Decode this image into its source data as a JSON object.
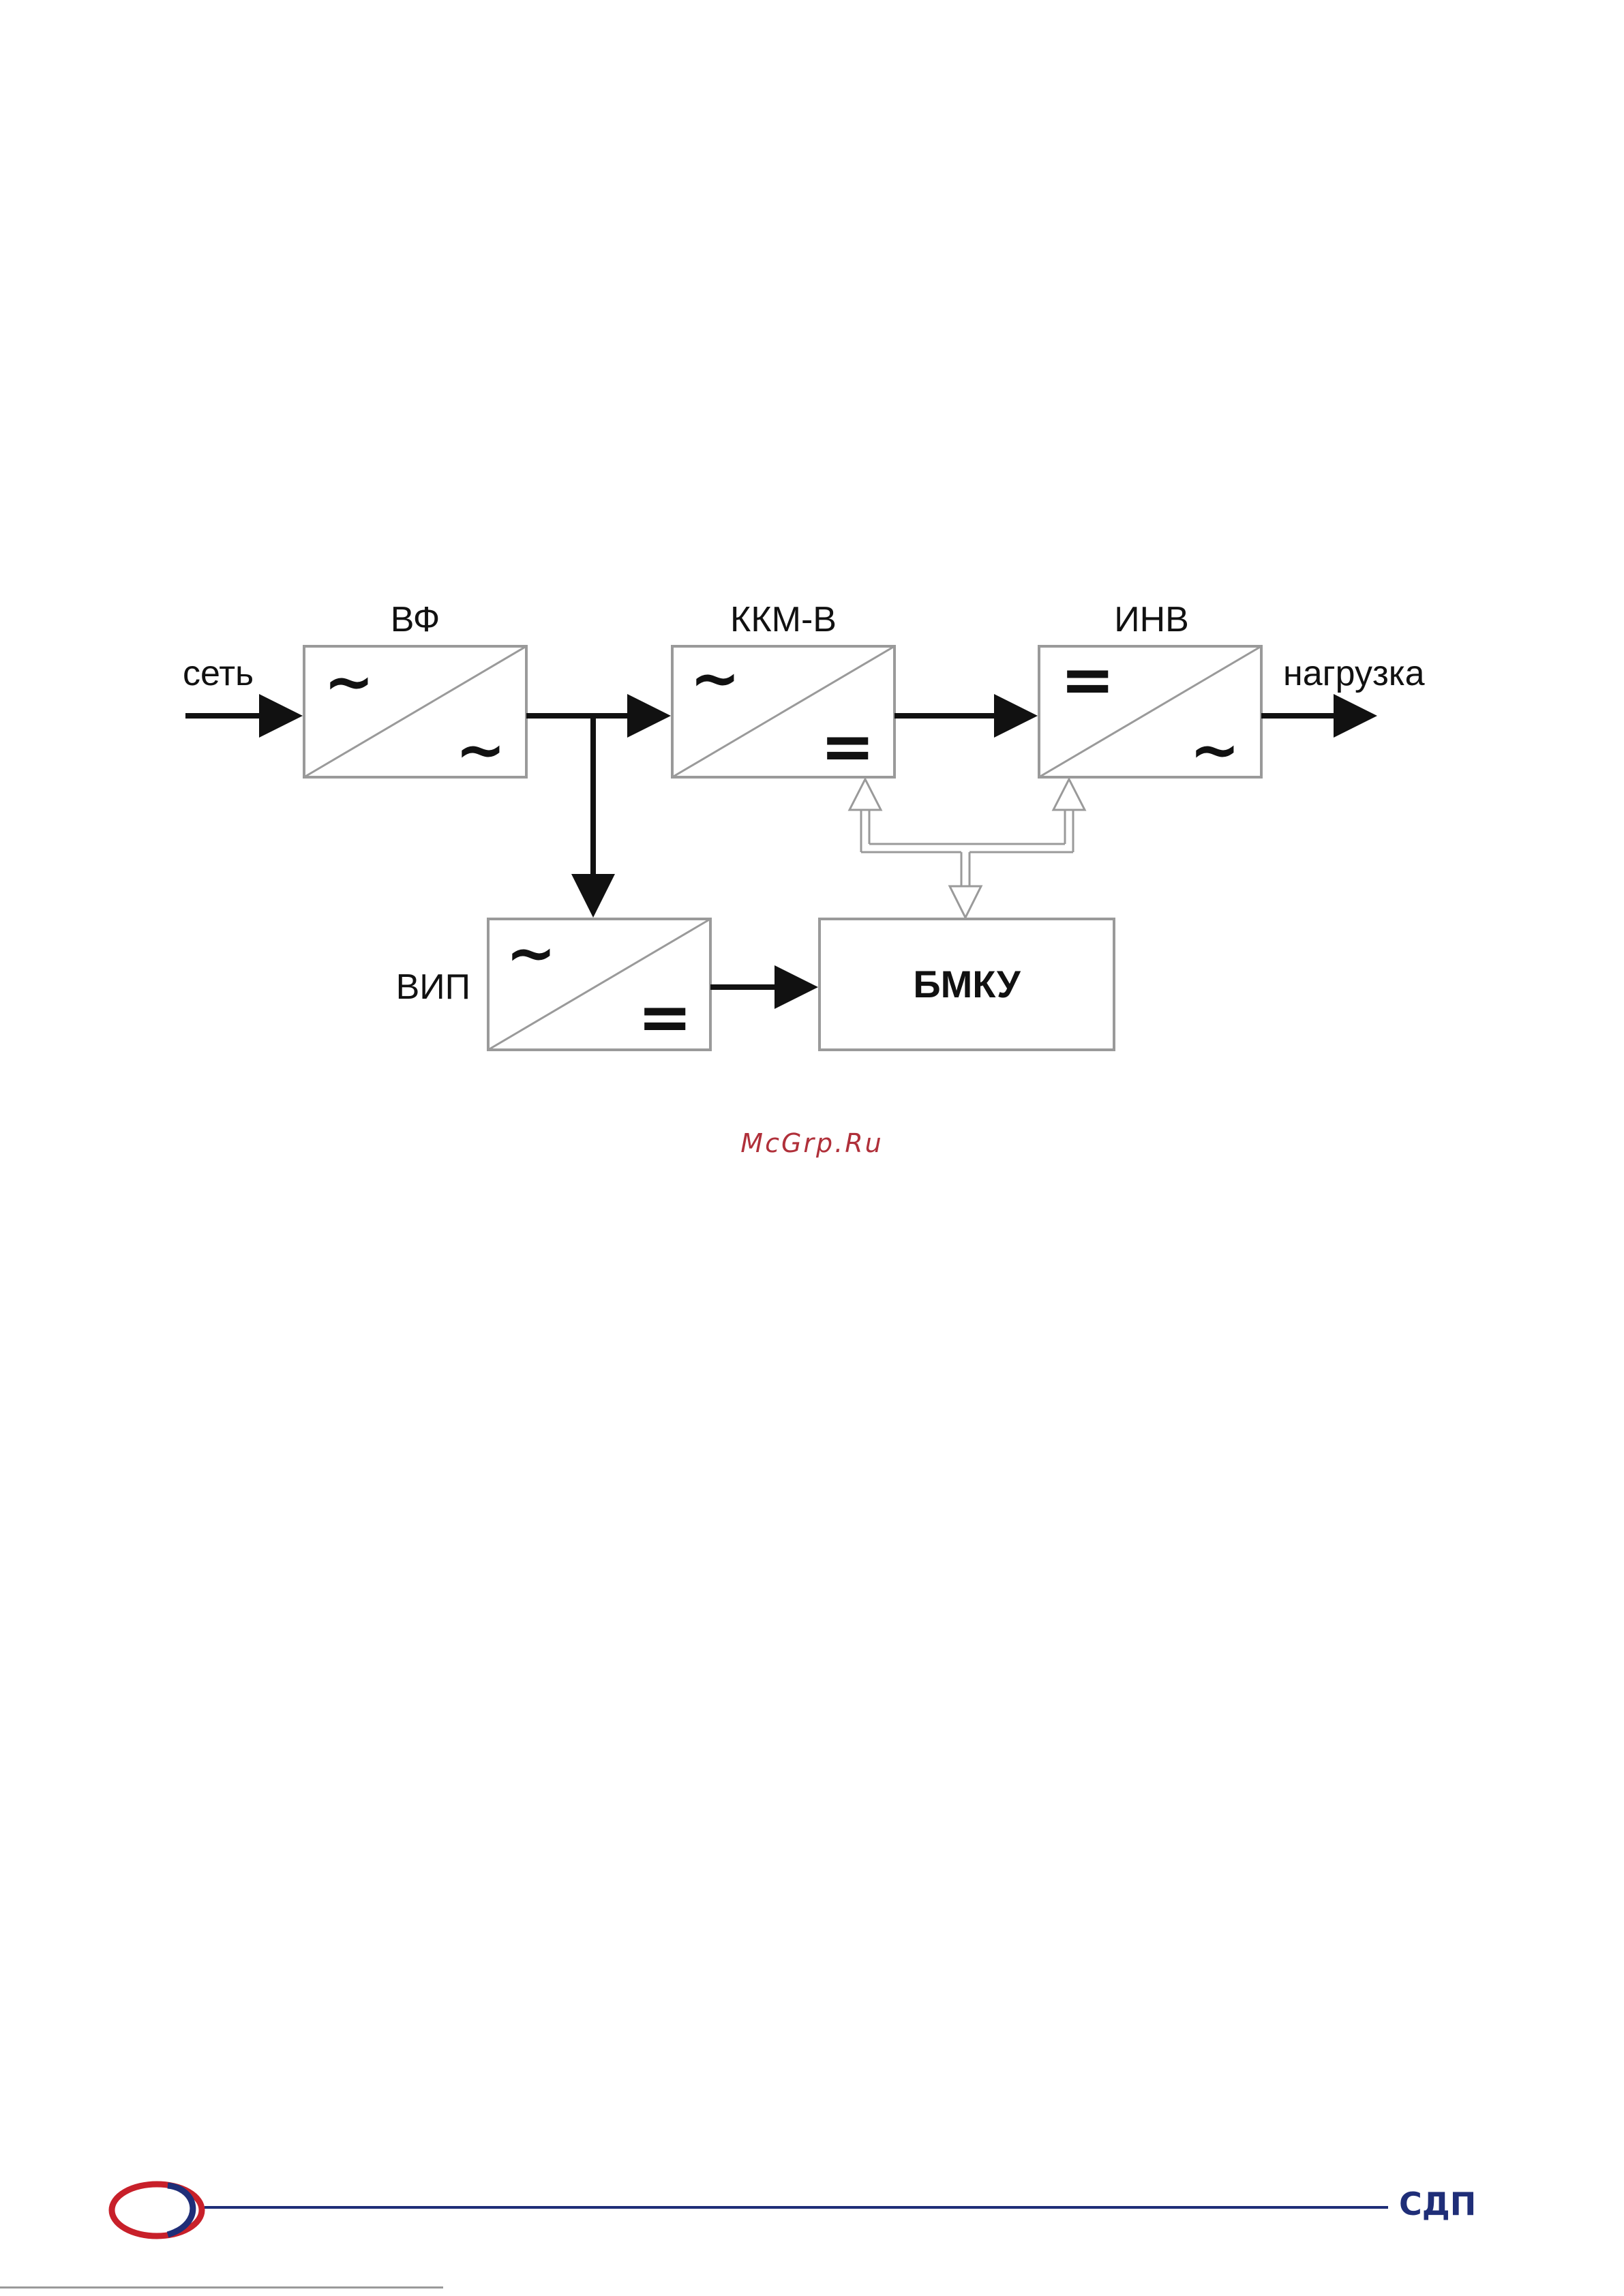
{
  "blocks": {
    "vf": {
      "name": "ВФ",
      "sym_in": "~",
      "sym_out": "~"
    },
    "kkm": {
      "name": "ККМ-В",
      "sym_in": "~",
      "sym_out": "="
    },
    "inv": {
      "name": "ИНВ",
      "sym_in": "=",
      "sym_out": "~"
    },
    "vip": {
      "name": "ВИП",
      "sym_in": "~",
      "sym_out": "="
    },
    "bmku": {
      "name": "БМКУ"
    }
  },
  "io": {
    "input": "сеть",
    "output": "нагрузка"
  },
  "watermark": "McGrp.Ru",
  "footer": {
    "brand": "СДП",
    "brand_color": "#1f2e78",
    "logo_color": "#c8202a"
  },
  "colors": {
    "line": "#111111",
    "box_border": "#9a9a9a",
    "hollow_arrow": "#9a9a9a"
  }
}
